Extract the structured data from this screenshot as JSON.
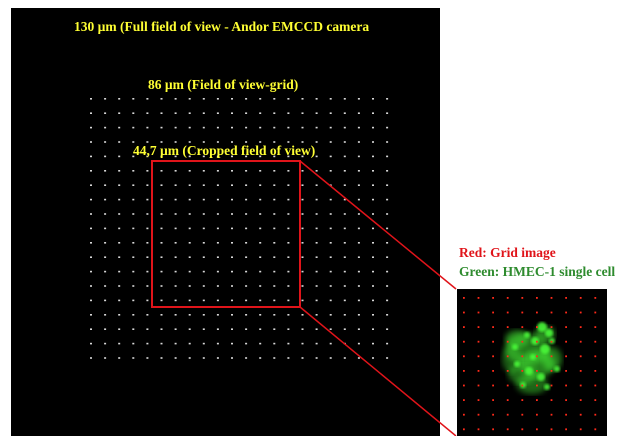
{
  "main_image": {
    "label_full": "130 µm (Full field of view - Andor EMCCD camera",
    "label_grid": "86 µm (Field of view-grid)",
    "label_cropped": "44,7 µm (Cropped field of view)"
  },
  "inset": {
    "legend_red": "Red: Grid image",
    "legend_green": "Green: HMEC-1 single cell"
  },
  "colors": {
    "background": "#000000",
    "label_yellow": "#ffff33",
    "crop_box_red": "#e0141a",
    "legend_red": "#e0141a",
    "legend_green": "#2e8b2e",
    "cell_green": "#4cff3a",
    "grid_dot_white": "#d8d8d8",
    "grid_dot_red": "#ff2a1a"
  }
}
